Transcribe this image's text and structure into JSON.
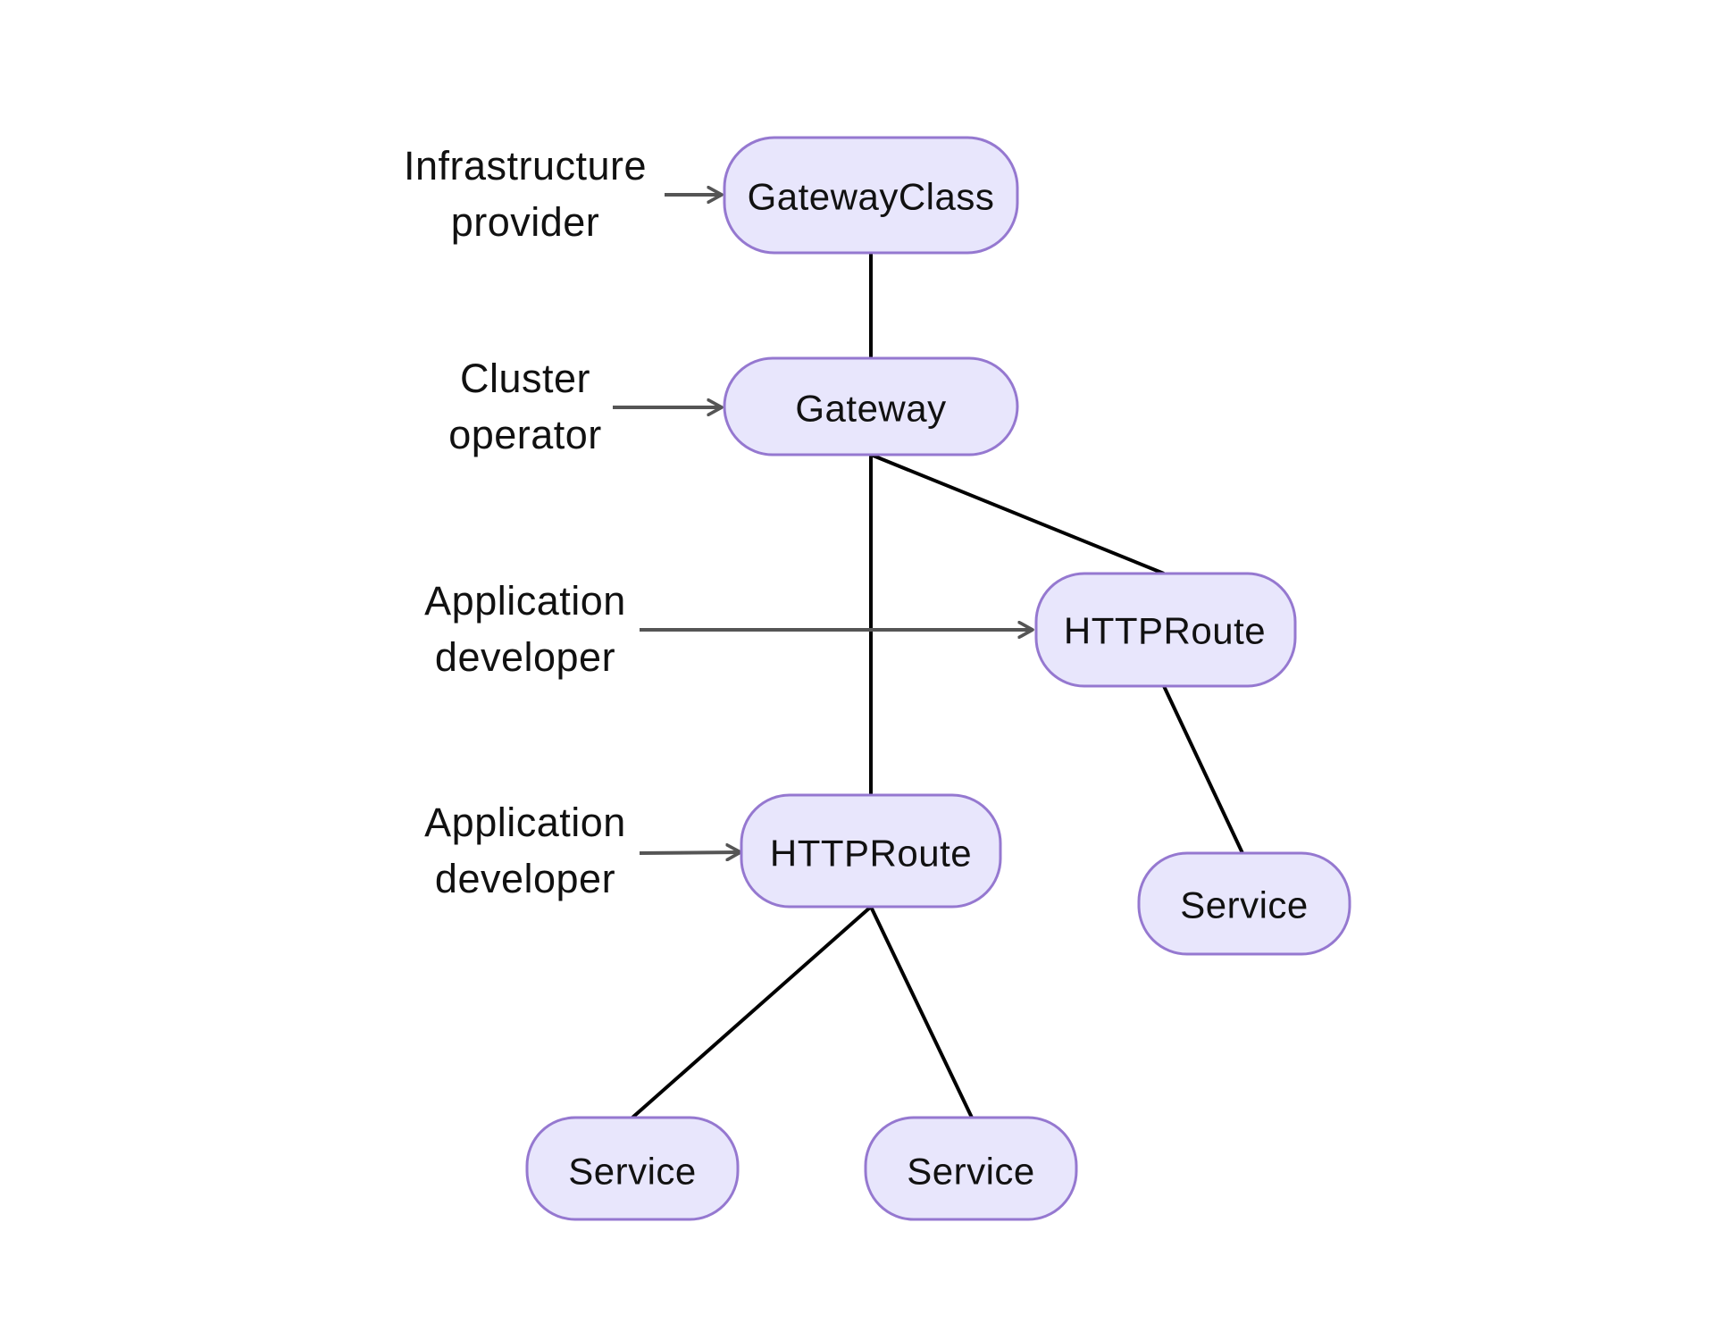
{
  "colors": {
    "node_fill": "#e8e6fc",
    "node_stroke": "#9578d0",
    "edge": "#000000",
    "arrow": "#555555"
  },
  "nodes": {
    "gatewayclass": "GatewayClass",
    "gateway": "Gateway",
    "httproute_right": "HTTPRoute",
    "httproute_left": "HTTPRoute",
    "service_right": "Service",
    "service_bottom_left": "Service",
    "service_bottom_right": "Service"
  },
  "roles": {
    "infrastructure_provider": [
      "Infrastructure",
      "provider"
    ],
    "cluster_operator": [
      "Cluster",
      "operator"
    ],
    "application_developer_1": [
      "Application",
      "developer"
    ],
    "application_developer_2": [
      "Application",
      "developer"
    ]
  }
}
